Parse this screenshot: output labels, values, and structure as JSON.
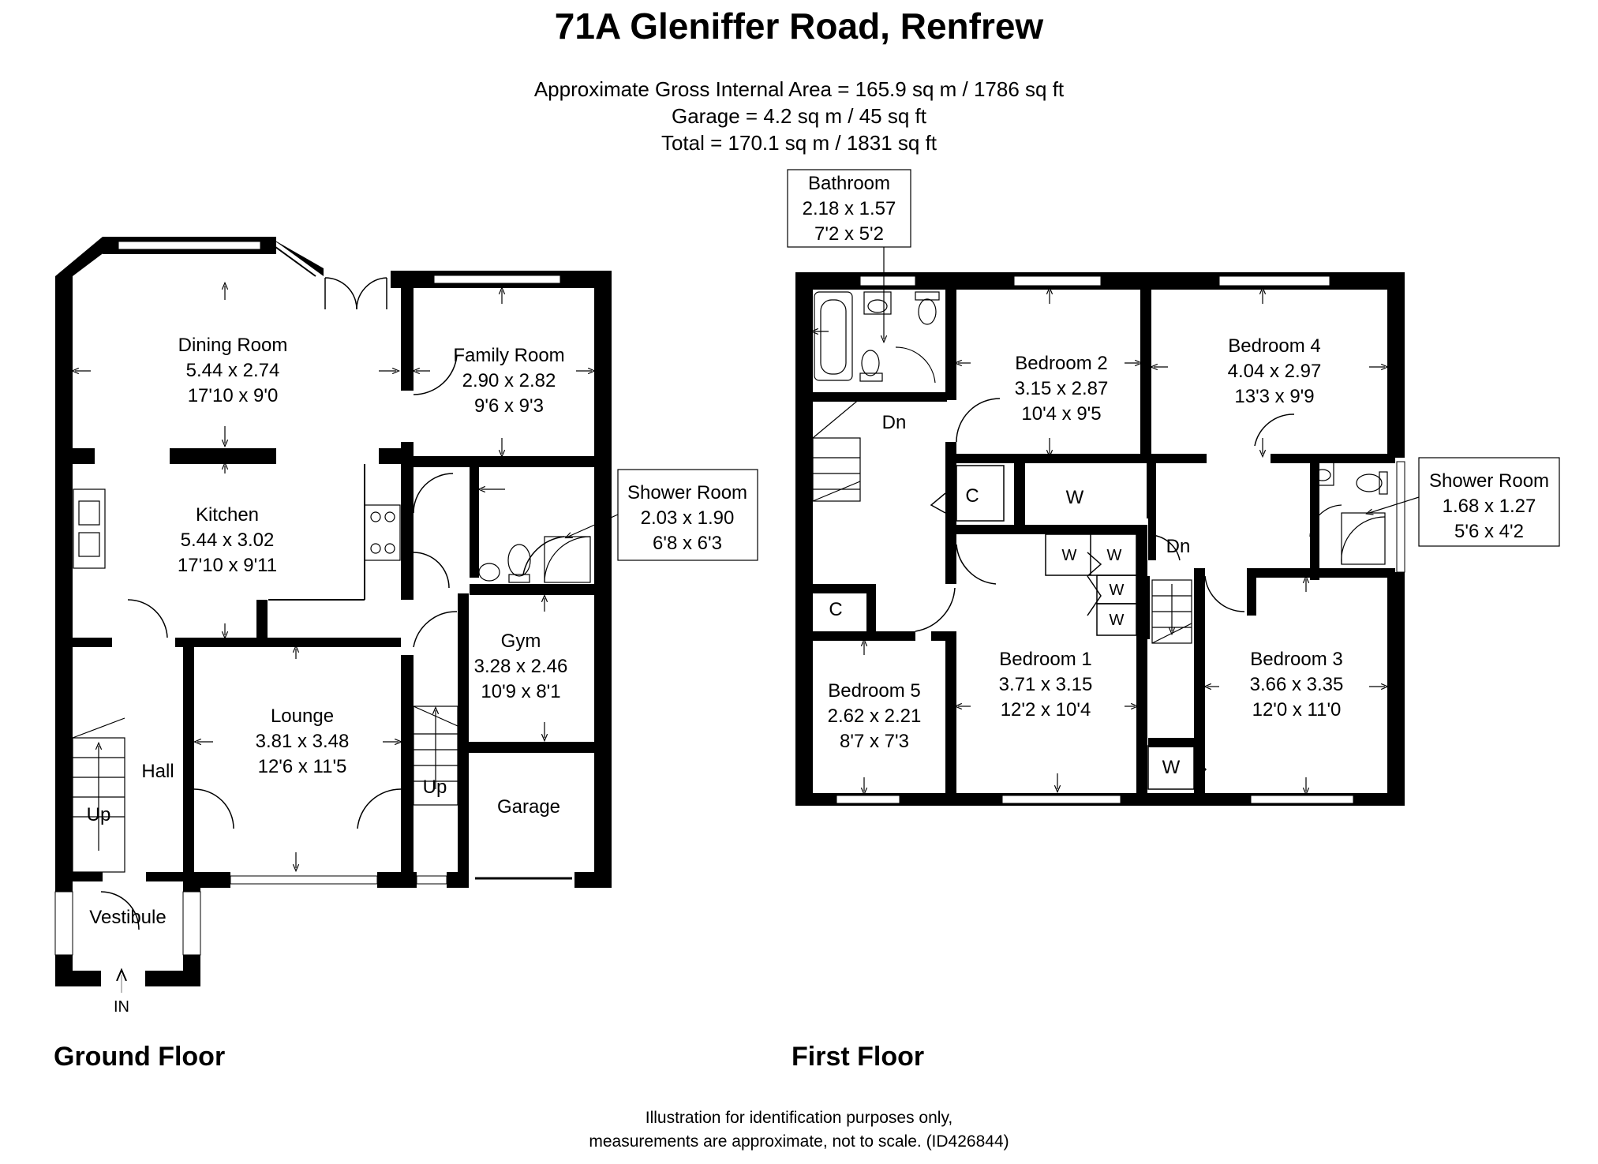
{
  "header": {
    "title": "71A Gleniffer Road, Renfrew",
    "area_lines": [
      "Approximate Gross Internal Area = 165.9 sq m / 1786 sq ft",
      "Garage =  4.2 sq m / 45 sq ft",
      "Total =  170.1 sq m / 1831 sq ft"
    ]
  },
  "floors": {
    "ground": "Ground Floor",
    "first": "First Floor"
  },
  "rooms": {
    "dining": {
      "name": "Dining Room",
      "metric": "5.44 x 2.74",
      "imperial": "17'10 x 9'0"
    },
    "family": {
      "name": "Family Room",
      "metric": "2.90 x 2.82",
      "imperial": "9'6 x 9'3"
    },
    "kitchen": {
      "name": "Kitchen",
      "metric": "5.44 x 3.02",
      "imperial": "17'10 x 9'11"
    },
    "shower_ground": {
      "name": "Shower Room",
      "metric": "2.03 x 1.90",
      "imperial": "6'8 x 6'3"
    },
    "gym": {
      "name": "Gym",
      "metric": "3.28 x 2.46",
      "imperial": "10'9 x 8'1"
    },
    "lounge": {
      "name": "Lounge",
      "metric": "3.81 x 3.48",
      "imperial": "12'6 x 11'5"
    },
    "hall": {
      "name": "Hall"
    },
    "garage": {
      "name": "Garage"
    },
    "vestibule": {
      "name": "Vestibule"
    },
    "bathroom": {
      "name": "Bathroom",
      "metric": "2.18 x 1.57",
      "imperial": "7'2 x 5'2"
    },
    "bedroom2": {
      "name": "Bedroom 2",
      "metric": "3.15 x 2.87",
      "imperial": "10'4 x 9'5"
    },
    "bedroom4": {
      "name": "Bedroom 4",
      "metric": "4.04 x 2.97",
      "imperial": "13'3 x 9'9"
    },
    "shower_first": {
      "name": "Shower Room",
      "metric": "1.68 x 1.27",
      "imperial": "5'6 x 4'2"
    },
    "bedroom1": {
      "name": "Bedroom 1",
      "metric": "3.71 x 3.15",
      "imperial": "12'2 x 10'4"
    },
    "bedroom3": {
      "name": "Bedroom 3",
      "metric": "3.66 x 3.35",
      "imperial": "12'0 x 11'0"
    },
    "bedroom5": {
      "name": "Bedroom 5",
      "metric": "2.62 x 2.21",
      "imperial": "8'7 x 7'3"
    }
  },
  "labels": {
    "up": "Up",
    "dn": "Dn",
    "in": "IN",
    "cupboard": "C",
    "wardrobe": "W"
  },
  "footer": {
    "line1": "Illustration for identification purposes only,",
    "line2": "measurements are approximate, not to scale. (ID426844)"
  }
}
